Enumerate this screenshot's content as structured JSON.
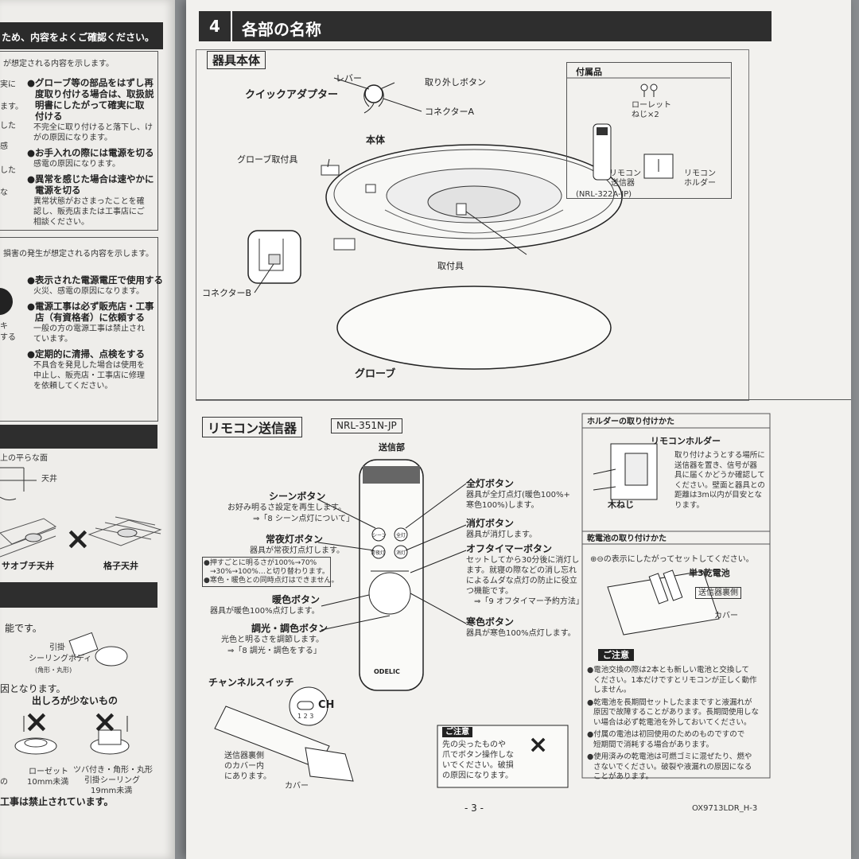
{
  "left_page": {
    "intro": "ため、内容をよくご確認ください。",
    "warn_header": "が想定される内容を示します。",
    "warn_fragments": [
      "実に",
      "ます。",
      "した",
      "感",
      "した",
      "な"
    ],
    "warn_items": [
      {
        "title": "●グローブ等の部品をはずし再度取り付ける場合は、取扱説明書にしたがって確実に取り付ける",
        "title_lines": [
          "●グローブ等の部品をはずし再",
          "度取り付ける場合は、取扱説",
          "明書にしたがって確実に取",
          "付ける"
        ],
        "body_lines": [
          "不完全に取り付けると落下し、け",
          "がの原因になります。"
        ]
      },
      {
        "title_lines": [
          "●お手入れの際には電源を切る"
        ],
        "body_lines": [
          "感電の原因になります。"
        ]
      },
      {
        "title_lines": [
          "●異常を感じた場合は速やかに",
          "電源を切る"
        ],
        "body_lines": [
          "異常状態がおさまったことを確",
          "認し、販売店または工事店にご",
          "相談ください。"
        ]
      }
    ],
    "caution_header": "損害の発生が想定される内容を示します。",
    "caution_fragments": [
      "キ",
      "する"
    ],
    "caution_items": [
      {
        "title_lines": [
          "●表示された電源電圧で使用する"
        ],
        "body_lines": [
          "火災、感電の原因になります。"
        ]
      },
      {
        "title_lines": [
          "●電源工事は必ず販売店・工事",
          "店（有資格者）に依頼する"
        ],
        "body_lines": [
          "一般の方の電源工事は禁止され",
          "ています。"
        ]
      },
      {
        "title_lines": [
          "●定期的に清掃、点検をする"
        ],
        "body_lines": [
          "不具合を発見した場合は使用を",
          "中止し、販売店・工事店に修理",
          "を依頼してください。"
        ]
      }
    ],
    "flat_surface": "上の平らな面",
    "ceiling": "天井",
    "ceiling_type_1": "サオブチ天井",
    "ceiling_type_2": "格子天井",
    "possible": "能です。",
    "hook_body_lines": [
      "引掛",
      "シーリングボディ"
    ],
    "hook_body_sub": "(角形・丸形)",
    "cause": "因となります。",
    "protrusion": "出しろが少ないもの",
    "rosette_lines": [
      "ローゼット",
      "10mm未満"
    ],
    "fragment_no": "の",
    "flange_lines": [
      "ツバ付き・角形・丸形",
      "引掛シーリング",
      "19mm未満"
    ],
    "prohibited": "工事は禁止されています。"
  },
  "section": {
    "number": "4",
    "title": "各部の名称"
  },
  "fixture": {
    "heading": "器具本体",
    "lever": "レバー",
    "release_button": "取り外しボタン",
    "quick_adapter": "クイックアダプター",
    "connector_a": "コネクターA",
    "body": "本体",
    "globe_mount": "グローブ取付具",
    "mount": "取付具",
    "connector_b": "コネクターB",
    "globe": "グローブ"
  },
  "accessories": {
    "title": "付属品",
    "screw_lines": [
      "ローレット",
      "ねじ×2"
    ],
    "remote_lines": [
      "リモコン",
      "送信器"
    ],
    "holder_lines": [
      "リモコン",
      "ホルダー"
    ],
    "model": "(NRL-322A-JP)"
  },
  "remote": {
    "heading": "リモコン送信器",
    "model": "NRL-351N-JP",
    "transmitter": "送信部",
    "brand": "ODELIC",
    "scene": {
      "title": "シーンボタン",
      "lines": [
        "お好み明るさ設定を再生します。",
        "⇒「8 シーン点灯について」"
      ]
    },
    "night": {
      "title": "常夜灯ボタン",
      "lines": [
        "器具が常夜灯点灯します。"
      ]
    },
    "night_notes": [
      "●押すごとに明るさが100%→70%",
      "→30%→100%…と切り替わります。",
      "●寒色・暖色との同時点灯はできません。"
    ],
    "warm": {
      "title": "暖色ボタン",
      "lines": [
        "器具が暖色100%点灯します。"
      ]
    },
    "dim": {
      "title": "調光・調色ボタン",
      "lines": [
        "光色と明るさを調節します。",
        "⇒「8 調光・調色をする」"
      ]
    },
    "full": {
      "title": "全灯ボタン",
      "lines": [
        "器具が全灯点灯(暖色100%+",
        "寒色100%)します。"
      ]
    },
    "off": {
      "title": "消灯ボタン",
      "lines": [
        "器具が消灯します。"
      ]
    },
    "timer": {
      "title": "オフタイマーボタン",
      "lines": [
        "セットしてから30分後に消灯し",
        "ます。就寝の際などの消し忘れ",
        "によるムダな点灯の防止に役立",
        "つ機能です。",
        "⇒「9 オフタイマー予約方法」"
      ]
    },
    "cool": {
      "title": "寒色ボタン",
      "lines": [
        "器具が寒色100%点灯します。"
      ]
    },
    "btn_labels": {
      "scene": "シーン",
      "full": "全灯",
      "night": "常夜灯",
      "off": "消灯"
    },
    "channel_switch": "チャンネルスイッチ",
    "ch": "CH",
    "ch_numbers": "1 2 3",
    "back_lines": [
      "送信器裏側",
      "のカバー内",
      "にあります。"
    ],
    "cover": "カバー"
  },
  "caution_small": {
    "title": "ご注意",
    "lines": [
      "先の尖ったものや",
      "爪でボタン操作しな",
      "いでください。破損",
      "の原因になります。"
    ]
  },
  "holder_mount": {
    "title": "ホルダーの取り付けかた",
    "holder": "リモコンホルダー",
    "screw": "木ねじ",
    "lines": [
      "取り付けようとする場所に",
      "送信器を置き、信号が器",
      "具に届くかどうか確認して",
      "ください。壁面と器具との",
      "距離は3m以内が目安とな",
      "ります。"
    ]
  },
  "battery": {
    "title": "乾電池の取り付けかた",
    "instruction": "⊕⊖の表示にしたがってセットしてください。",
    "aa": "単3乾電池",
    "back": "送信器裏側",
    "cover": "カバー"
  },
  "notes": {
    "title": "ご注意",
    "items": [
      [
        "●電池交換の際は2本とも新しい電池と交換して",
        "ください。1本だけですとリモコンが正しく動作",
        "しません。"
      ],
      [
        "●乾電池を長期間セットしたままですと液漏れが",
        "原因で故障することがあります。長期間使用しな",
        "い場合は必ず乾電池を外しておいてください。"
      ],
      [
        "●付属の電池は初回使用のためのものですので",
        "短期間で消耗する場合があります。"
      ],
      [
        "●使用済みの乾電池は可燃ゴミに混ぜたり、燃や",
        "さないでください。破裂や液漏れの原因になる",
        "ことがあります。"
      ]
    ]
  },
  "footer": {
    "page": "- 3 -",
    "code": "OX9713LDR_H-3"
  }
}
